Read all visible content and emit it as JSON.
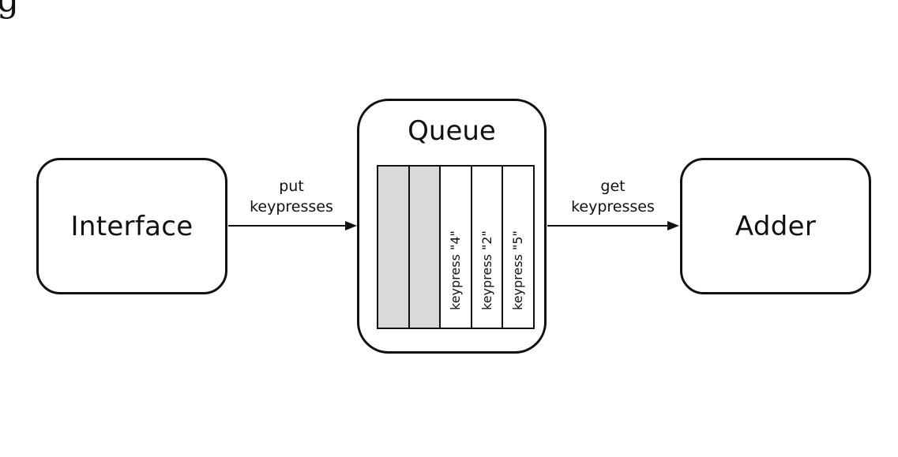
{
  "corner_glyph": "g",
  "nodes": {
    "interface": {
      "label": "Interface"
    },
    "queue": {
      "label": "Queue",
      "slots": [
        {
          "text": "",
          "filled": true
        },
        {
          "text": "",
          "filled": true
        },
        {
          "text": "keypress \"4\"",
          "filled": false
        },
        {
          "text": "keypress \"2\"",
          "filled": false
        },
        {
          "text": "keypress \"5\"",
          "filled": false
        }
      ]
    },
    "adder": {
      "label": "Adder"
    }
  },
  "edges": {
    "put": {
      "line1": "put",
      "line2": "keypresses"
    },
    "get": {
      "line1": "get",
      "line2": "keypresses"
    }
  }
}
